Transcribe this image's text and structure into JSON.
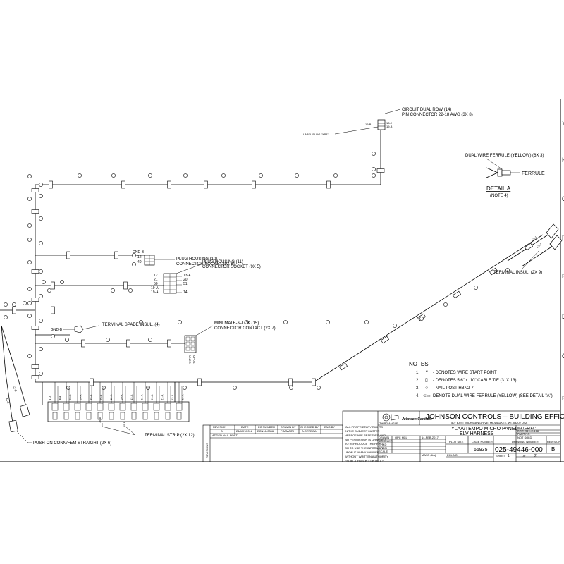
{
  "callouts": {
    "circuit": [
      "CIRCUIT DUAL ROW (14)",
      "PIN CONNECTOR 22-18 AWG (3X 8)"
    ],
    "label_plug": "LABEL PLUG \"XP4\"",
    "circuit_pins": [
      "19-B",
      "13-J",
      "19-B"
    ],
    "ferrule_title": "DUAL WIRE FERRULE (YELLOW) (6X 3)",
    "ferrule_label": "FERRULE",
    "detail_title": "DETAIL A",
    "detail_note": "(NOTE 4)",
    "plug1": [
      "PLUG HOUSING (10)",
      "CONNECTOR SOCKET (9X 5)"
    ],
    "plug1_pins": [
      "GND-B",
      "12",
      "40"
    ],
    "plug2": [
      "PLUG HOUSING (11)",
      "CONNECTOR SOCKET (9X 5)"
    ],
    "plug2_left": [
      "12",
      "21",
      "50",
      "19-A",
      "19-A"
    ],
    "plug2_right": [
      "13-A",
      "20",
      "51",
      "",
      "14"
    ],
    "spade": "TERMINAL SPADE INSUL. (4)",
    "spade_pin": "GND-B",
    "mini": [
      "MINI MATE-N-LOK (15)",
      "CONNECTOR CONTACT (2X 7)"
    ],
    "mini_pins": [
      "A-NEG",
      "A-POS"
    ],
    "insul": "TERMINAL INSUL. (2X 9)",
    "insul_pins": [
      "13-J",
      "13-J"
    ],
    "strip": "TERMINAL STRIP (2X 12)",
    "push_on": "PUSH-ON CONN/FEM STRAIGHT (2X 6)",
    "push_pins": [
      "51-A",
      "41-A"
    ],
    "strip_labels": [
      "47A",
      "40A",
      "50-A",
      "50-A",
      "15-A",
      "15-A",
      "18-A",
      "20-A",
      "12-A",
      "21-A",
      "51-A",
      "51-A",
      "13-A",
      "43-A",
      "14-A",
      "19-A"
    ],
    "strip_bottom": [
      "15-A",
      "15-B"
    ]
  },
  "notes": {
    "title": "NOTES:",
    "items": [
      {
        "num": "1.",
        "symbol": "*",
        "text": "- DENOTES WIRE START POINT"
      },
      {
        "num": "2.",
        "symbol": "▯",
        "text": "- DENOTES 5.6\" x .10\" CABLE TIE (31X 13)"
      },
      {
        "num": "3.",
        "symbol": "○",
        "text": "- NAIL POST HBN2-7"
      },
      {
        "num": "4.",
        "symbol": "⊂▭",
        "text": "DENOTE DUAL WIRE FERRULE (YELLOW) (SEE DETAIL \"A\")"
      }
    ]
  },
  "border": {
    "right_letters": [
      "Y",
      "H",
      "G",
      "F",
      "E",
      "D",
      "C",
      "B"
    ]
  },
  "revision_table": {
    "headers": [
      "REVISION",
      "DATE",
      "EC NUMBER",
      "DRAWN BY",
      "CHECKED BY",
      "ENG BY"
    ],
    "row": [
      "B",
      "24/JAN/2018",
      "ECN18-0366",
      "F.JAMAIRI",
      "A.ORTEGA",
      ""
    ],
    "desc": "ADDED NAIL POST",
    "side_label": "REVISIONS"
  },
  "proprietary": "ALL PROPRIETARY RIGHTS IN THE SUBJECT MATTER HEREOF ARE RESERVED AND NO PERMISSION IS GRANTED TO REPRODUCE THE PRINT OR TO USE THE INFORMATION UPON IT IN ANY MANNER WITHOUT WRITTEN AUTHORITY FROM JOHNSON CONTROLS INCORPORATED",
  "title_block": {
    "company": "JOHNSON CONTROLS – BUILDING EFFICIENCY",
    "address": "507 EAST MICHIGAN DRIVE, MILWAUKEE, WI. 53202 USA",
    "logo": "Johnson Controls",
    "third_angle": "THIRD ANGLE",
    "title1": "YLAA/TEMPO MICRO PANEL",
    "title2": "ELV HARNESS",
    "material_label": "MATERIAL:",
    "material_lines": [
      "DOC. 519-C-168",
      "PART NO.",
      "NOT SOLD"
    ],
    "fields": [
      {
        "label": "DRAWN",
        "value": "OPC HCL"
      },
      {
        "label": "MODELER",
        "value": ""
      },
      {
        "label": "CHKD",
        "value": ""
      },
      {
        "label": "APP",
        "value": ""
      },
      {
        "label": "SCALE",
        "value": ""
      }
    ],
    "date": "14-FEB-2017",
    "mass": "MASS (lbs)",
    "ecl": "ECL NO.",
    "plot_size_label": "PLOT SIZE",
    "cage_label": "CAGE NUMBER",
    "cage": "66935",
    "drawing_label": "DRAWING NUMBER",
    "drawing_number": "025-49446-000",
    "revision_label": "REVISION",
    "revision": "B",
    "sheet_label": "SHEET",
    "sheet": "1",
    "of_label": "OF",
    "of": "2"
  }
}
